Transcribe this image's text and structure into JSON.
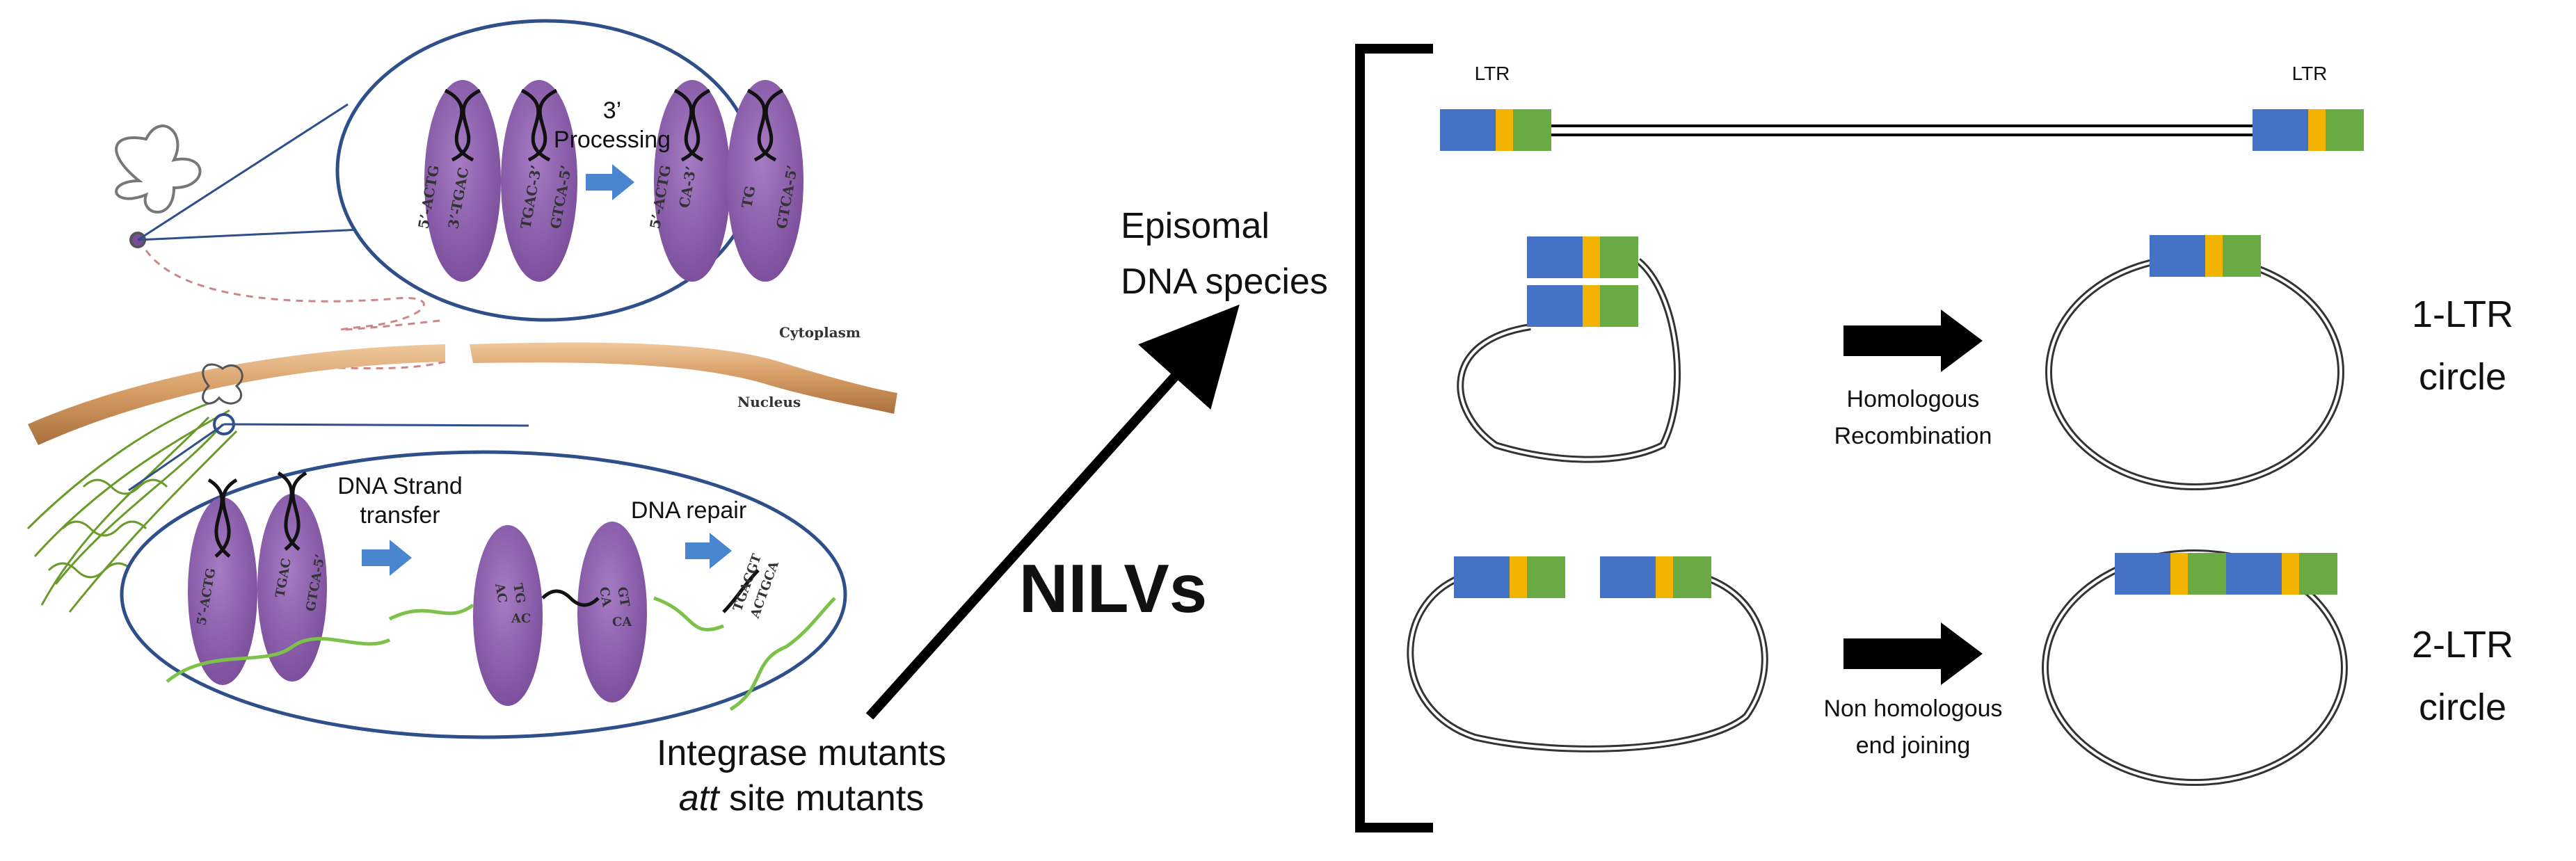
{
  "left_panel": {
    "top_callout": {
      "processing_label_line1": "3’",
      "processing_label_line2": "Processing",
      "strand_labels": [
        "5’-ACTG",
        "3’-TGAC",
        "TGAC-3’",
        "GTCA-5’",
        "5’-ACTG",
        "CA-3’",
        "TG",
        "GTCA-5’"
      ]
    },
    "compartments": {
      "cytoplasm": "Cytoplasm",
      "nucleus": "Nucleus"
    },
    "bottom_callout": {
      "strand_transfer_line1": "DNA Strand",
      "strand_transfer_line2": "transfer",
      "repair_label": "DNA repair",
      "strand_labels": [
        "5’-ACTG",
        "TGAC",
        "GTCA-5’",
        "AC",
        "TG",
        "AC",
        "CA",
        "GT",
        "CA",
        "TGACGT",
        "ACTGCA"
      ]
    }
  },
  "center": {
    "nilvs_label": "NILVs",
    "source_line1": "Integrase mutants",
    "source_line2_italic": "att",
    "source_line2_rest": " site mutants",
    "target_line1": "Episomal",
    "target_line2": "DNA species"
  },
  "right_panel": {
    "linear": {
      "ltr_left": "LTR",
      "ltr_right": "LTR"
    },
    "row1": {
      "arrow_line1": "Homologous",
      "arrow_line2": "Recombination",
      "result_line1": "1-LTR",
      "result_line2": "circle"
    },
    "row2": {
      "arrow_line1": "Non homologous",
      "arrow_line2": "end joining",
      "result_line1": "2-LTR",
      "result_line2": "circle"
    }
  },
  "colors": {
    "ltr_blue": "#4472c4",
    "ltr_yellow": "#f2b400",
    "ltr_green": "#6aaa45",
    "callout_border": "#2f4f8a",
    "purple": "#8a5aa8",
    "membrane": "#d7a26e",
    "chromatin": "#6a9a2a"
  }
}
